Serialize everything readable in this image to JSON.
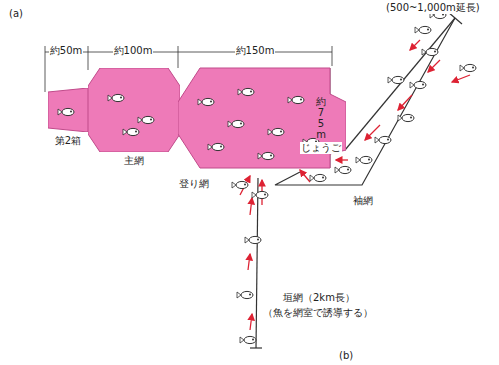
{
  "diagram": {
    "nodes": [
      {
        "text": [
          "第2箱"
        ]
      },
      {
        "text": [
          "主網"
        ]
      },
      {
        "text": [
          "約75m"
        ]
      }
    ],
    "labels": [
      "(a)",
      "約50m",
      "約100m",
      "約150m",
      "登り網",
      "じょうご",
      "(500~1,000m延長)",
      "袖網",
      "垣網（2km長）",
      "（魚を網室で誘導する）",
      "(b)"
    ]
  }
}
